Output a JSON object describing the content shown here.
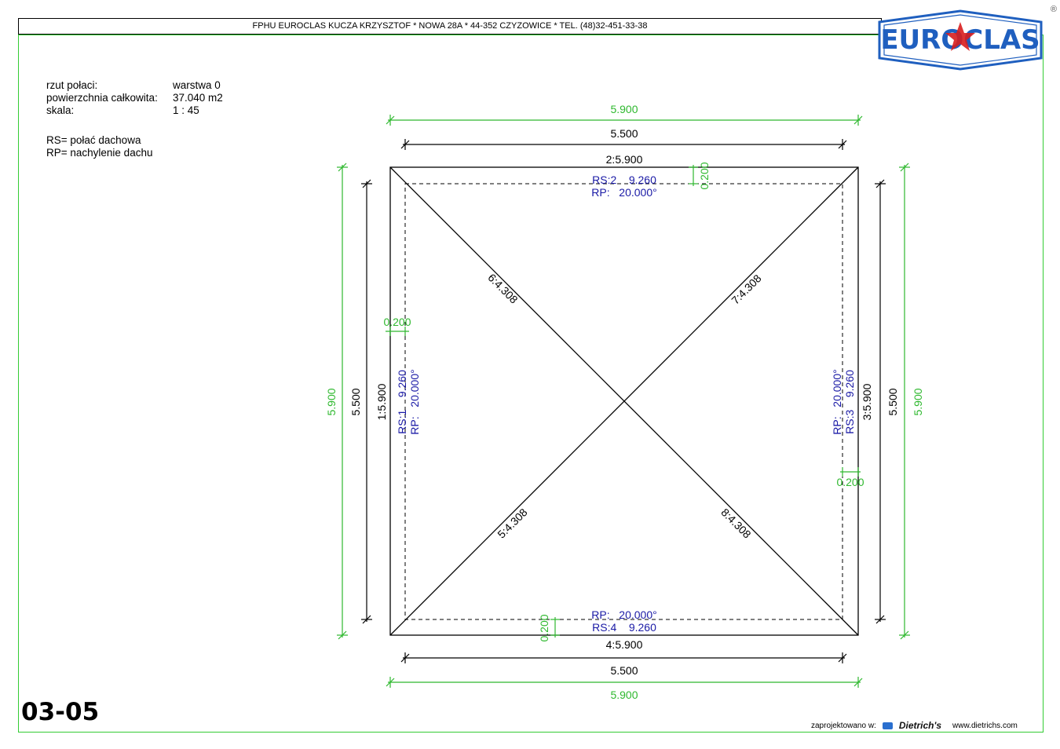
{
  "header": {
    "company": "FPHU EUROCLAS KUCZA KRZYSZTOF * NOWA 28A * 44-352 CZYZOWICE * TEL. (48)32-451-33-38",
    "logo_text": "EUROCLAS",
    "registered": "®"
  },
  "info": {
    "rows": [
      {
        "label": "rzut połaci:",
        "value": "warstwa 0"
      },
      {
        "label": "powierzchnia całkowita:",
        "value": "37.040 m2"
      },
      {
        "label": "skala:",
        "value": "1 : 45"
      }
    ],
    "legend": [
      "RS= połać dachowa",
      "RP= nachylenie dachu"
    ]
  },
  "sheet_code": "03-05",
  "footer": {
    "designed_in": "zaprojektowano w:",
    "brand": "Dietrich's",
    "url": "www.dietrichs.com"
  },
  "dims": {
    "top_outer": "5.900",
    "top_inner": "5.500",
    "top_edge": "2:5.900",
    "bottom_outer": "5.900",
    "bottom_inner": "5.500",
    "bottom_edge": "4:5.900",
    "left_outer": "5.900",
    "left_inner": "5.500",
    "left_edge": "1:5.900",
    "right_outer": "5.900",
    "right_inner": "5.500",
    "right_edge": "3:5.900",
    "overhang": "0.200"
  },
  "hips": {
    "h6": "6:4.308",
    "h7": "7:4.308",
    "h5": "5:4.308",
    "h8": "8:4.308"
  },
  "planes": {
    "rs2": "RS:2    9.260",
    "rp2": "RP:   20.000°",
    "rs4": "RS:4    9.260",
    "rp4": "RP:   20.000°",
    "rs1": "RS:1    9.260",
    "rp1": "RP:   20.000°",
    "rs3": "RS:3    9.260",
    "rp3": "RP:   20.000°"
  },
  "colors": {
    "green": "#2eb82e",
    "blue": "#1a1aa6",
    "black": "#000000",
    "logo_blue": "#1f5fbf",
    "logo_red": "#d81e1e"
  }
}
